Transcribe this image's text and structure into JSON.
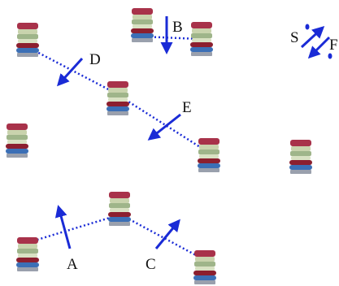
{
  "labels": {
    "a": "A",
    "b": "B",
    "c": "C",
    "d": "D",
    "e": "E",
    "s": "S",
    "f": "F"
  },
  "colors": {
    "arrow": "#1a2bd6",
    "bond": "#1a2bd6",
    "layer_top": "#a8324a",
    "layer_mid_dark": "#c9d3ad",
    "layer_mid_light": "#d9e1c3",
    "layer_mid_green": "#9fb58a",
    "layer_red_band": "#8c1f2f",
    "layer_blue_band": "#3b6fb6",
    "layer_base": "#9aa0ad"
  },
  "icons": {
    "stack": "layered-stack-icon",
    "arrow": "arrow-icon",
    "dot": "dot-icon"
  }
}
